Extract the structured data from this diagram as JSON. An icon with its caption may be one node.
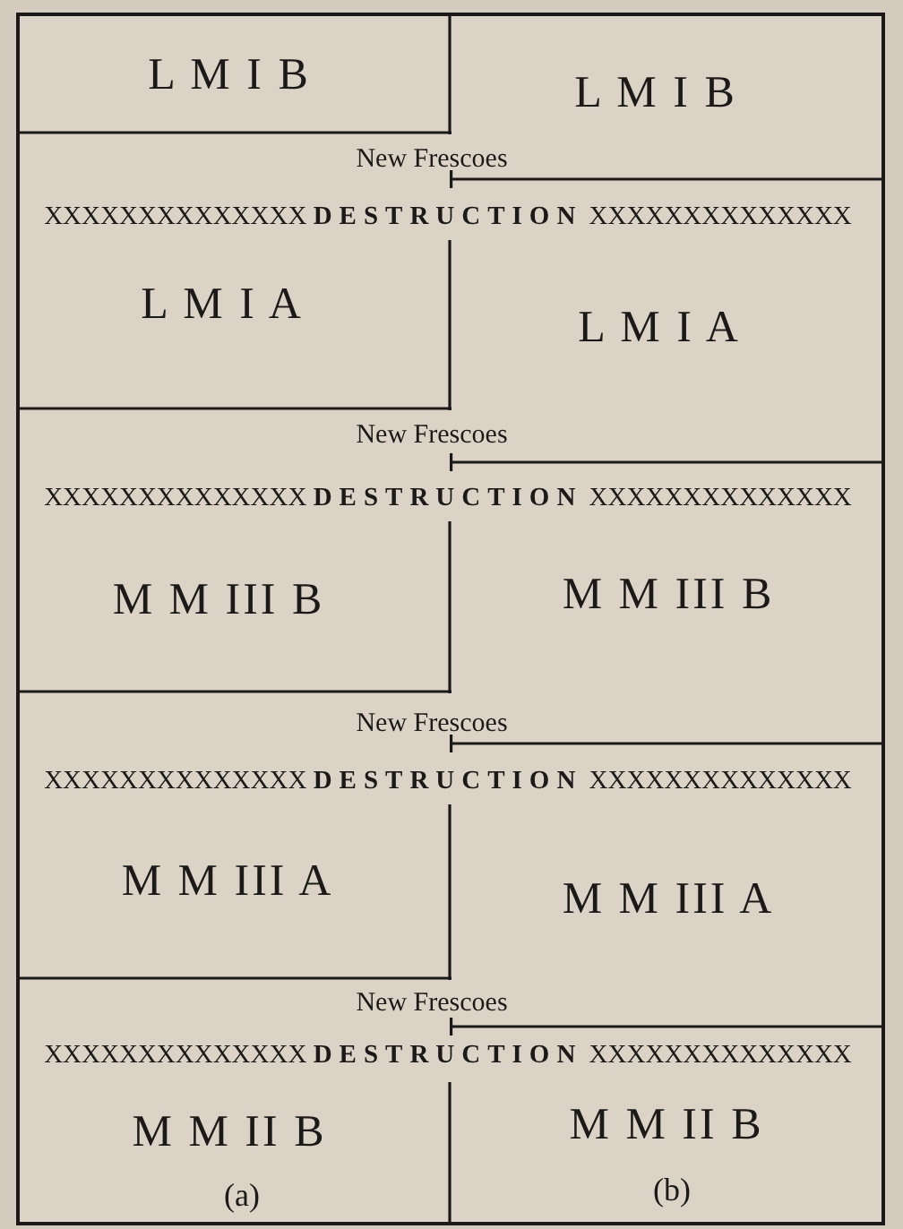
{
  "diagram": {
    "nodes": [
      {
        "text": [
          "L M I B"
        ]
      },
      {
        "text": [
          "L M I B"
        ]
      },
      {
        "text": [
          "L M I A"
        ]
      },
      {
        "text": [
          "L M I A"
        ]
      },
      {
        "text": [
          "M M III B"
        ]
      },
      {
        "text": [
          "M M III B"
        ]
      },
      {
        "text": [
          "M M III A"
        ]
      },
      {
        "text": [
          "M M III A"
        ]
      },
      {
        "text": [
          "M M II B"
        ]
      },
      {
        "text": [
          "M M II B"
        ]
      }
    ],
    "labels": [
      "New Frescoes",
      "XXXXXXXXXXXXXX **DESTRUCTION** XXXXXXXXXXXXXX",
      "New Frescoes",
      "XXXXXXXXXXXXXX **DESTRUCTION** XXXXXXXXXXXXXX",
      "New Frescoes",
      "XXXXXXXXXXXXXX **DESTRUCTION** XXXXXXXXXXXXXX",
      "New Frescoes",
      "XXXXXXXXXXXXXX **DESTRUCTION** XXXXXXXXXXXXXX",
      "(a)",
      "(b)"
    ]
  }
}
